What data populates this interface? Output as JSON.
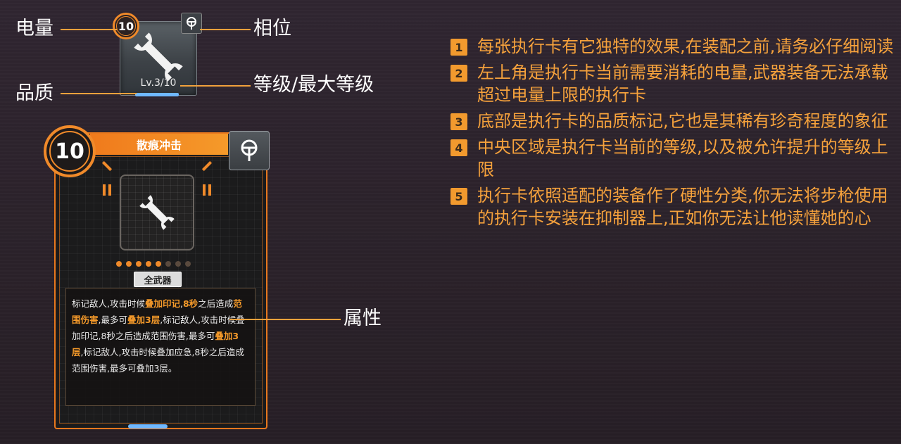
{
  "labels": {
    "energy": "电量",
    "phase": "相位",
    "quality": "品质",
    "level": "等级/最大等级",
    "attribute": "属性"
  },
  "mini_card": {
    "energy_value": "10",
    "level_text": "Lv.3/10",
    "icon": "wrench-icon"
  },
  "card": {
    "title": "散痕冲击",
    "energy_value": "10",
    "tag": "全武器",
    "icon": "wrench-icon",
    "rarity_dots": {
      "filled": 5,
      "total": 8
    },
    "description": [
      {
        "t": "标记敌人,攻击时候",
        "h": false
      },
      {
        "t": "叠加印记",
        "h": true
      },
      {
        "t": ",",
        "h": false
      },
      {
        "t": "8秒",
        "h": true
      },
      {
        "t": "之后造成",
        "h": false
      },
      {
        "t": "范围伤害",
        "h": true
      },
      {
        "t": ",最多可",
        "h": false
      },
      {
        "t": "叠加3层",
        "h": true
      },
      {
        "t": ",标记敌人,攻击时候叠加印记,8秒之后造成范围伤害,最多可",
        "h": false
      },
      {
        "t": "叠加3层",
        "h": true
      },
      {
        "t": ",标记敌人,攻击时候叠加应急,8秒之后造成范围伤害,最多可叠加3层。",
        "h": false
      }
    ]
  },
  "notes": [
    {
      "num": "1",
      "text": "每张执行卡有它独特的效果,在装配之前,请务必仔细阅读"
    },
    {
      "num": "2",
      "text": "左上角是执行卡当前需要消耗的电量,武器装备无法承载超过电量上限的执行卡"
    },
    {
      "num": "3",
      "text": "底部是执行卡的品质标记,它也是其稀有珍奇程度的象征"
    },
    {
      "num": "4",
      "text": "中央区域是执行卡当前的等级,以及被允许提升的等级上限"
    },
    {
      "num": "5",
      "text": "执行卡依照适配的装备作了硬性分类,你无法将步枪使用的执行卡安装在抑制器上,正如你无法让他读懂她的心"
    }
  ],
  "colors": {
    "accent": "#f08a2a",
    "note_text": "#f6a23c",
    "quality_blue": "#6fb8ff",
    "background": "#2a2129"
  }
}
